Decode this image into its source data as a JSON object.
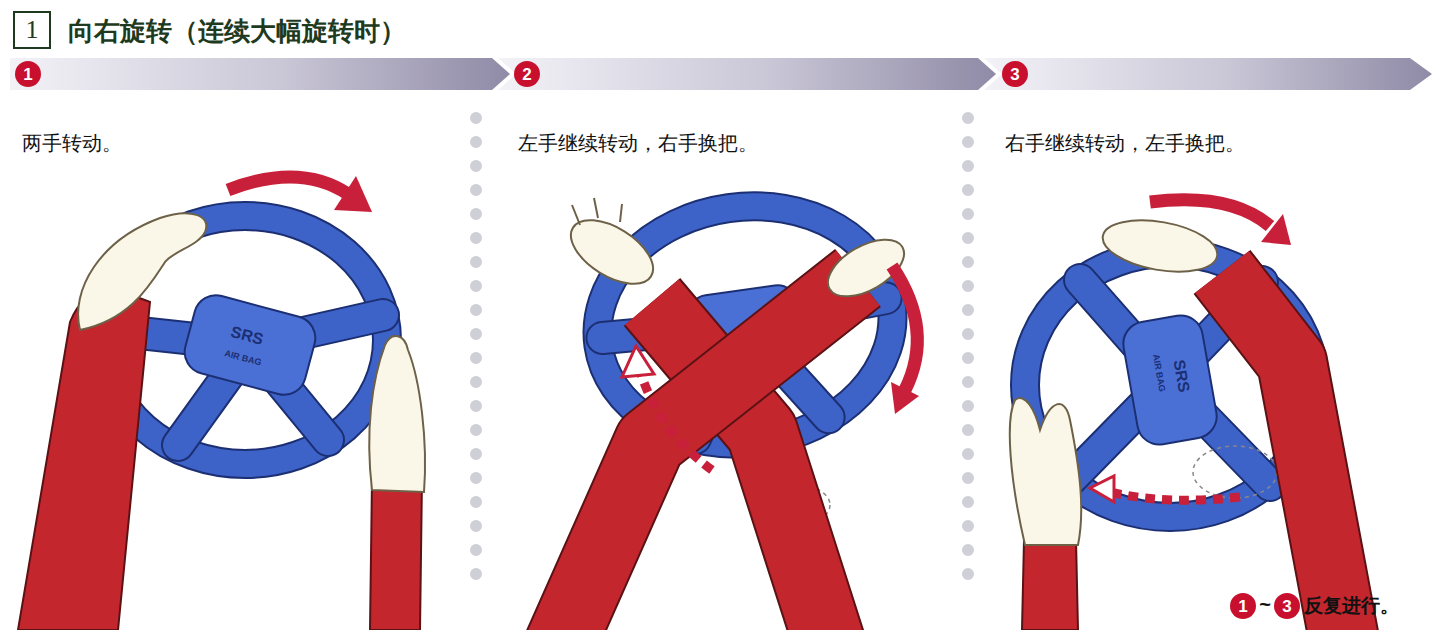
{
  "diagram": {
    "title": "向右旋转（连续大幅旋转时）",
    "nodes": [
      {
        "text": [
          "1"
        ]
      },
      {
        "text": [
          "1"
        ]
      },
      {
        "text": [
          "2"
        ]
      },
      {
        "text": [
          "3"
        ]
      },
      {
        "text": [
          "1"
        ]
      },
      {
        "text": [
          "3"
        ]
      }
    ],
    "labels": [
      "两手转动。",
      "左手继续转动，右手换把。",
      "右手继续转动，左手换把。",
      "SRS",
      "AIR BAG",
      "SRS",
      "AIR BAG",
      "~",
      "反复进行。"
    ]
  }
}
